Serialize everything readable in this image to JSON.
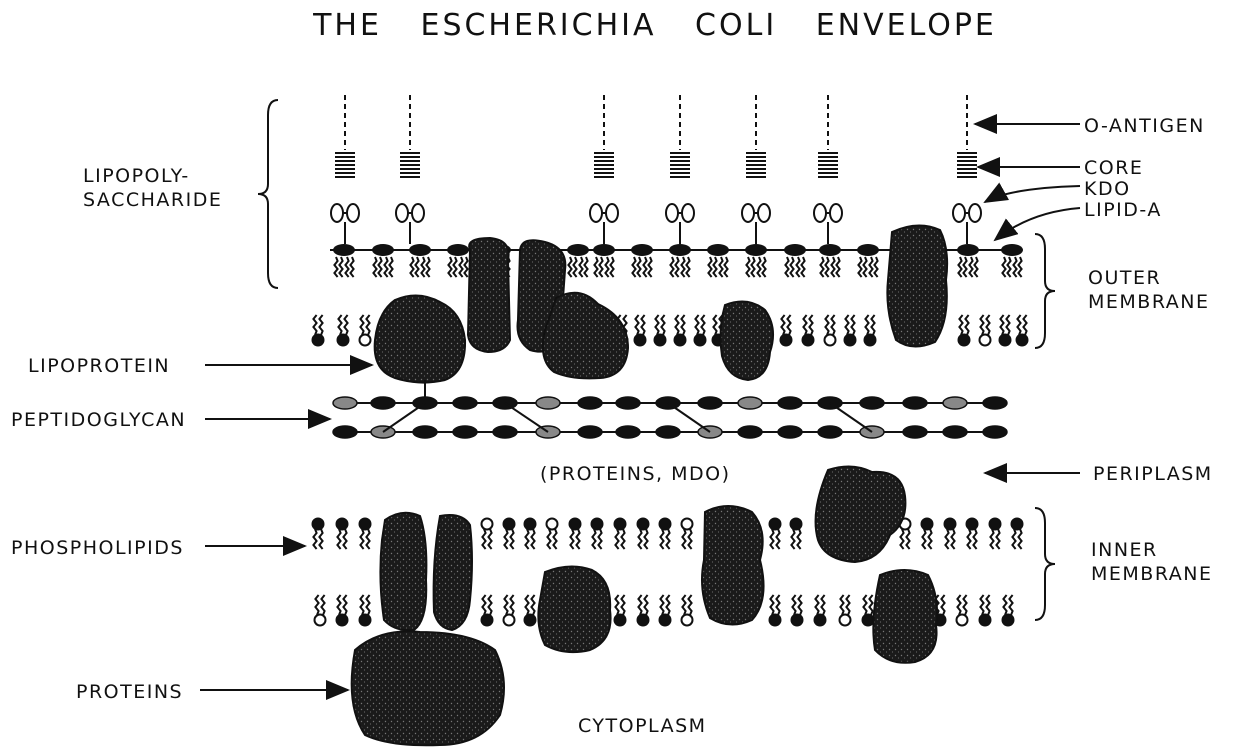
{
  "title": "THE ESCHERICHIA COLI ENVELOPE",
  "labels": {
    "lipopolysaccharide": "LIPOPOLY-\nSACCHARIDE",
    "o_antigen": "O-ANTIGEN",
    "core": "CORE",
    "kdo": "KDO",
    "lipid_a": "LIPID-A",
    "outer_membrane": "OUTER\nMEMBRANE",
    "lipoprotein": "LIPOPROTEIN",
    "peptidoglycan": "PEPTIDOGLYCAN",
    "periplasm_contents": "(PROTEINS, MDO)",
    "periplasm": "PERIPLASM",
    "phospholipids": "PHOSPHOLIPIDS",
    "inner_membrane": "INNER\nMEMBRANE",
    "proteins": "PROTEINS",
    "cytoplasm": "CYTOPLASM"
  },
  "colors": {
    "ink": "#111111",
    "paper": "#ffffff",
    "protein": "#1a1a1a"
  }
}
